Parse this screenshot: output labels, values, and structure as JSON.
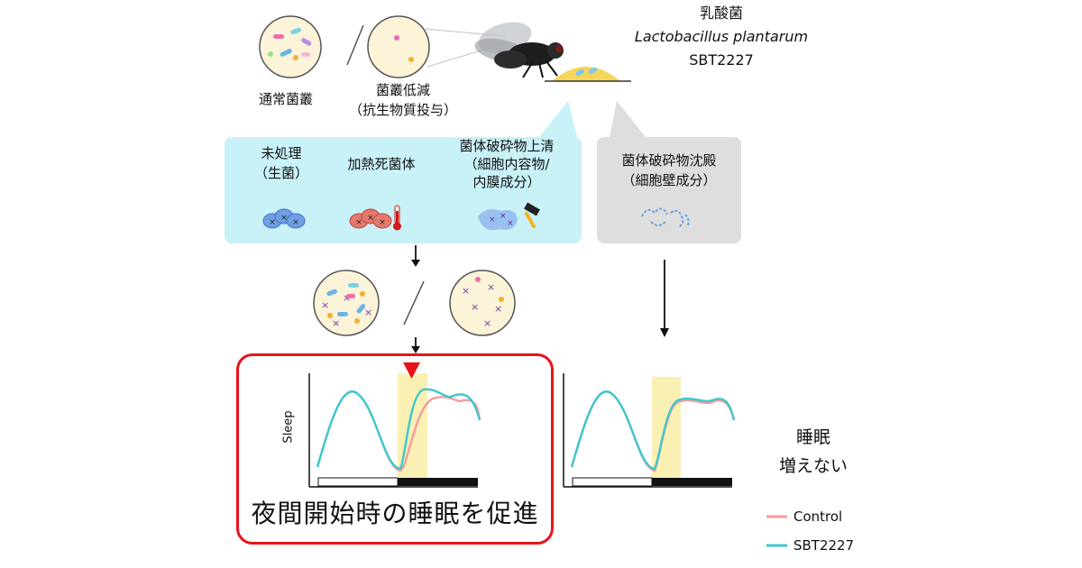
{
  "bacteria": {
    "name_ja": "乳酸菌",
    "name_latin": "Lactobacillus plantarum",
    "strain": "SBT2227"
  },
  "flora": {
    "normal": "通常菌叢",
    "reduced_line1": "菌叢低減",
    "reduced_line2": "（抗生物質投与）"
  },
  "treatments": {
    "untreated_line1": "未処理",
    "untreated_line2": "（生菌）",
    "heat_killed": "加熱死菌体",
    "supernatant_line1": "菌体破砕物上清",
    "supernatant_line2": "（細胞内容物/",
    "supernatant_line3": "内膜成分）",
    "precipitate_line1": "菌体破砕物沈殿",
    "precipitate_line2": "（細胞壁成分）"
  },
  "results": {
    "sleep_axis": "Sleep",
    "promote_text": "夜間開始時の睡眠を促進",
    "no_increase_line1": "睡眠",
    "no_increase_line2": "増えない"
  },
  "legend": {
    "control": "Control",
    "sbt": "SBT2227"
  },
  "colors": {
    "control": "#f59b9b",
    "sbt": "#3cc8cf",
    "highlight": "#fbf0b4",
    "red": "#e8131a",
    "blue_box": "#c9f1f8",
    "gray_box": "#dedede"
  }
}
